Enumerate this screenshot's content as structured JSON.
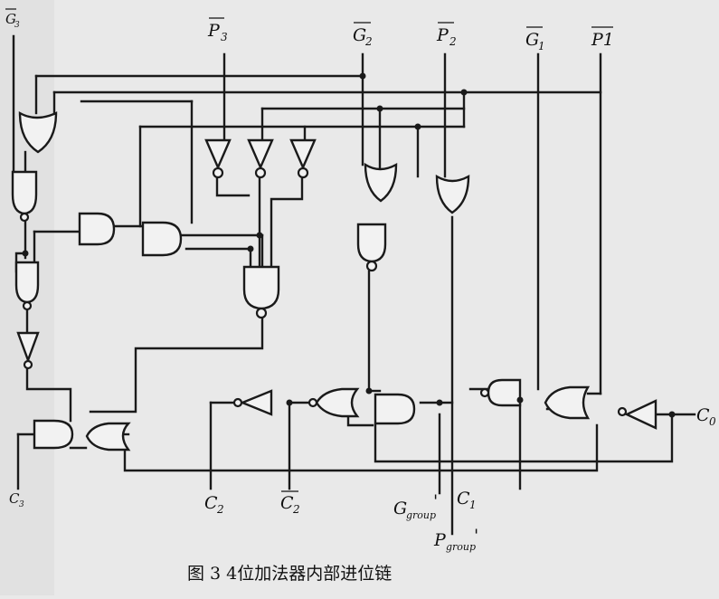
{
  "diagram": {
    "caption": "图 3 4位加法器内部进位链",
    "labels": {
      "g3_top": {
        "main": "G",
        "sub": "3",
        "bar": true
      },
      "p3": {
        "main": "P",
        "sub": "3",
        "bar": true
      },
      "g2": {
        "main": "G",
        "sub": "2",
        "bar": true
      },
      "p2": {
        "main": "P",
        "sub": "2",
        "bar": true
      },
      "g1": {
        "main": "G",
        "sub": "1",
        "bar": true
      },
      "p1": {
        "main": "P1",
        "sub": "",
        "bar": true
      },
      "c0": {
        "main": "C",
        "sub": "0",
        "bar": false
      },
      "c3": {
        "main": "C",
        "sub": "3",
        "bar": false
      },
      "c2": {
        "main": "C",
        "sub": "2",
        "bar": false
      },
      "c2bar": {
        "main": "C",
        "sub": "2",
        "bar": true
      },
      "ggroup": {
        "main": "G",
        "sub": "group",
        "suffix": "'",
        "bar": false
      },
      "c1": {
        "main": "C",
        "sub": "1",
        "bar": false
      },
      "pgroup": {
        "main": "P",
        "sub": "group",
        "suffix": "'",
        "bar": false
      }
    }
  }
}
